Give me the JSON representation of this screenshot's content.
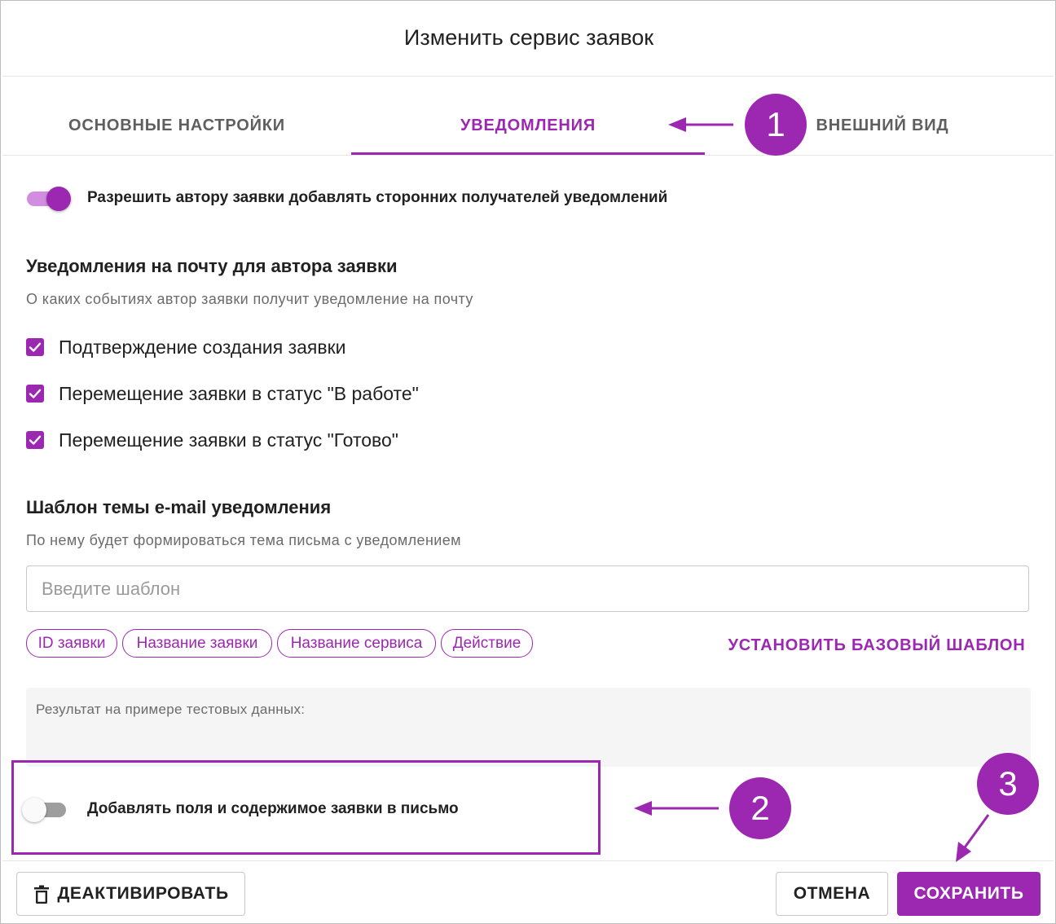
{
  "dialog": {
    "title": "Изменить сервис заявок"
  },
  "tabs": [
    {
      "label": "ОСНОВНЫЕ НАСТРОЙКИ",
      "active": false
    },
    {
      "label": "УВЕДОМЛЕНИЯ",
      "active": true
    },
    {
      "label": "ВНЕШНИЙ ВИД",
      "active": false
    }
  ],
  "allow_recipients": {
    "label": "Разрешить автору заявки добавлять сторонних получателей уведомлений",
    "on": true
  },
  "author_notifications": {
    "heading": "Уведомления на почту для автора заявки",
    "subtitle": "О каких событиях автор заявки получит уведомление на почту",
    "options": [
      {
        "label": "Подтверждение создания заявки",
        "checked": true
      },
      {
        "label": "Перемещение заявки в статус \"В работе\"",
        "checked": true
      },
      {
        "label": "Перемещение заявки в статус \"Готово\"",
        "checked": true
      }
    ]
  },
  "template": {
    "heading": "Шаблон темы e-mail уведомления",
    "subtitle": "По нему будет формироваться тема письма с уведомлением",
    "placeholder": "Введите шаблон",
    "value": "",
    "chips": [
      "ID заявки",
      "Название заявки",
      "Название сервиса",
      "Действие"
    ],
    "reset_label": "УСТАНОВИТЬ БАЗОВЫЙ ШАБЛОН",
    "preview_label": "Результат на примере тестовых данных:"
  },
  "include_fields": {
    "label": "Добавлять поля и содержимое заявки в письмо",
    "on": false
  },
  "footer": {
    "deactivate_label": "ДЕАКТИВИРОВАТЬ",
    "cancel_label": "ОТМЕНА",
    "save_label": "СОХРАНИТЬ"
  },
  "annotations": {
    "badge_1": "1",
    "badge_2": "2",
    "badge_3": "3"
  },
  "colors": {
    "accent": "#9c27b0",
    "switch_track_on": "#d18ee0",
    "switch_track_off": "#9e9e9e",
    "preview_bg": "#f5f5f5"
  }
}
